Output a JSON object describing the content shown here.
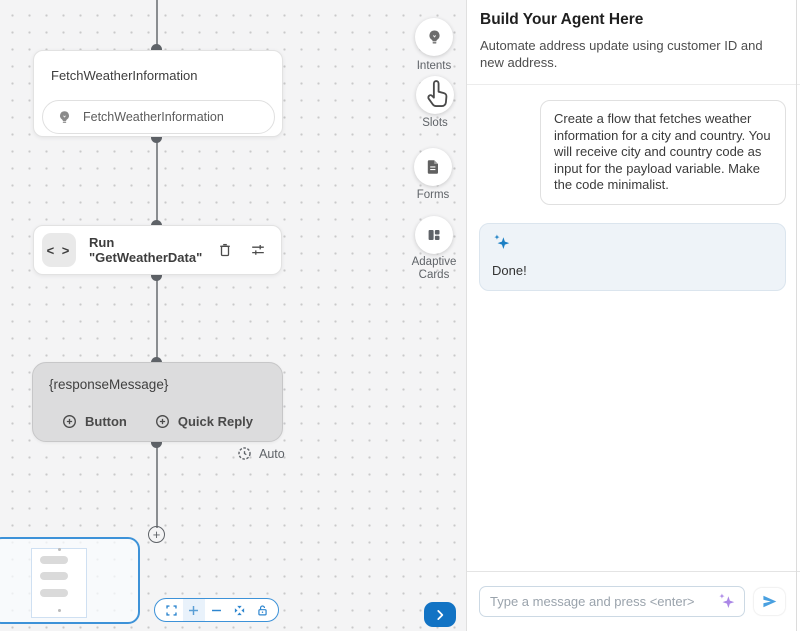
{
  "canvas": {
    "nodes": {
      "intent_node": {
        "title": "FetchWeatherInformation",
        "intent_pill": "FetchWeatherInformation"
      },
      "code_node": {
        "label": "Run \"GetWeatherData\""
      },
      "message_node": {
        "title": "{responseMessage}",
        "button_label": "Button",
        "quick_reply_label": "Quick Reply"
      },
      "auto_label": "Auto",
      "code_glyph": "< >"
    },
    "toolbar": {
      "items": [
        {
          "label": "Intents",
          "icon": "lightbulb-icon"
        },
        {
          "label": "Slots",
          "icon": "slot-icon"
        },
        {
          "label": "Forms",
          "icon": "document-icon"
        },
        {
          "label": "Adaptive Cards",
          "icon": "adaptive-cards-icon"
        }
      ]
    },
    "zoom_controls": {
      "icons": [
        "fit-screen",
        "zoom-in",
        "zoom-out",
        "center-focus",
        "lock"
      ]
    }
  },
  "panel": {
    "title": "Build Your Agent Here",
    "subtitle": "Automate address update using customer ID and new address.",
    "messages": [
      {
        "role": "user",
        "text": "Create a flow that fetches weather information for a city and country. You will receive city and country code as input for the payload variable. Make the code minimalist."
      },
      {
        "role": "assistant",
        "text": "Done!"
      }
    ],
    "input": {
      "placeholder": "Type a message and press <enter>"
    }
  },
  "colors": {
    "accent_blue": "#1273c4",
    "toolbar_blue": "#2e86cf",
    "sparkle_blue": "#1b7fc4",
    "sparkle_purple": "#ab87e6",
    "ai_bubble_bg": "#eef3f8",
    "node_gray_bg": "#dcdcdd"
  }
}
